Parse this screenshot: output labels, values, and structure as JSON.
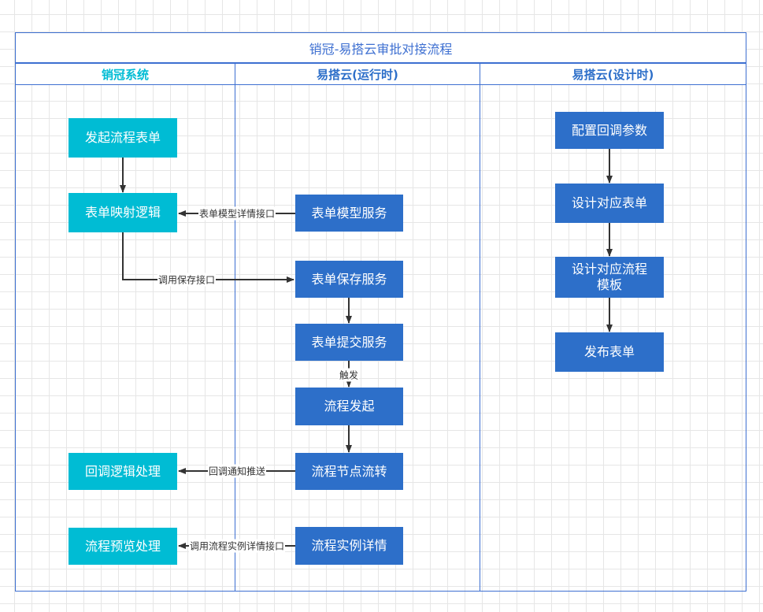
{
  "title": "销冠-易搭云审批对接流程",
  "lanes": [
    {
      "label": "销冠系统",
      "color": "#00bcd4"
    },
    {
      "label": "易搭云(运行时)",
      "color": "#2d6fc9"
    },
    {
      "label": "易搭云(设计时)",
      "color": "#2d6fc9"
    }
  ],
  "nodes": {
    "start_form": "发起流程表单",
    "form_mapping": "表单映射逻辑",
    "callback_logic": "回调逻辑处理",
    "preview_logic": "流程预览处理",
    "form_model_service": "表单模型服务",
    "form_save_service": "表单保存服务",
    "form_submit_service": "表单提交服务",
    "process_start": "流程发起",
    "node_transfer": "流程节点流转",
    "instance_detail": "流程实例详情",
    "config_callback": "配置回调参数",
    "design_form": "设计对应表单",
    "design_template": "设计对应流程模板",
    "publish_form": "发布表单"
  },
  "edge_labels": {
    "model_detail_api": "表单模型详情接口",
    "call_save_api": "调用保存接口",
    "trigger": "触发",
    "callback_push": "回调通知推送",
    "instance_detail_api": "调用流程实例详情接口"
  }
}
